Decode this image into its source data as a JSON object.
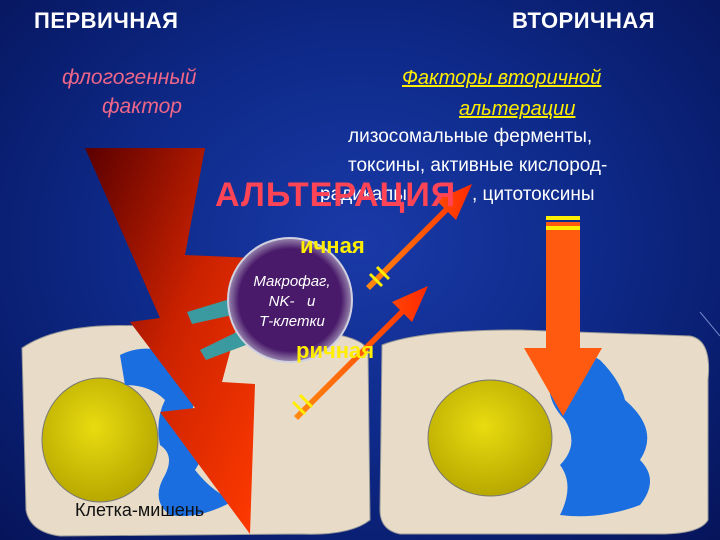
{
  "header": {
    "left": "ПЕРВИЧНАЯ",
    "right": "ВТОРИЧНАЯ"
  },
  "primary_factor": {
    "line1": "флогогенный",
    "line2": "фактор"
  },
  "secondary_factors": {
    "title1": "Факторы вторичной",
    "title2": "альтерации",
    "item1": "лизосомальные ферменты,",
    "item2": "токсины, активные кислород-",
    "item3a": "радикалы",
    "item3b": ", цитотоксины"
  },
  "central_label": "АЛЬТЕРАЦИЯ",
  "hidden_primary": "ичная",
  "hidden_secondary": "ричная",
  "macrophage": {
    "line1": "Макрофаг,",
    "line2": "NK-   и",
    "line3": "Т-клетки"
  },
  "target_cell_label": "Клетка-мишень",
  "colors": {
    "background": "#0e2a8a",
    "cell": "#e8dcc8",
    "nucleus": "#d4c400",
    "cytoplasm_damage": "#1a6ee0",
    "arrow_orange": "#ff5a10",
    "lightning": "#cc2200",
    "macrophage": "#4a1a6a"
  }
}
